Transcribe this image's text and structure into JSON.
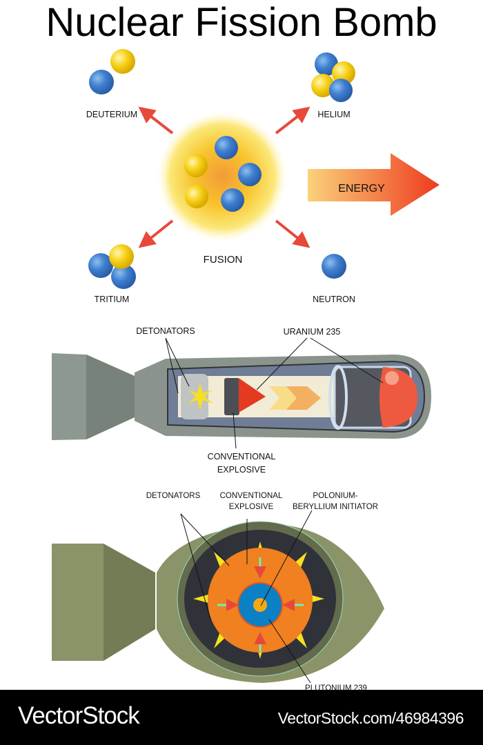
{
  "title": "Nuclear Fission Bomb",
  "fusion_section": {
    "center_label": "FUSION",
    "deuterium": "DEUTERIUM",
    "helium": "HELIUM",
    "tritium": "TRITIUM",
    "neutron": "NEUTRON",
    "energy": "ENERGY"
  },
  "gun_bomb": {
    "detonators": "DETONATORS",
    "uranium": "URANIUM 235",
    "explosive_line1": "CONVENTIONAL",
    "explosive_line2": "EXPLOSIVE"
  },
  "implosion_bomb": {
    "detonators": "DETONATORS",
    "explosive_line1": "CONVENTIONAL",
    "explosive_line2": "EXPLOSIVE",
    "initiator_line1": "POLONIUM-",
    "initiator_line2": "BERYLLIUM INITIATOR",
    "plutonium": "PLUTONIUM 239"
  },
  "footer": {
    "brand": "VectorStock",
    "url": "VectorStock.com/46984396"
  },
  "colors": {
    "proton": "#f5d20f",
    "neutron": "#3f7fd0",
    "arrow": "#e8483a",
    "bomb1": "#8c9890",
    "bomb2": "#8a9468"
  }
}
